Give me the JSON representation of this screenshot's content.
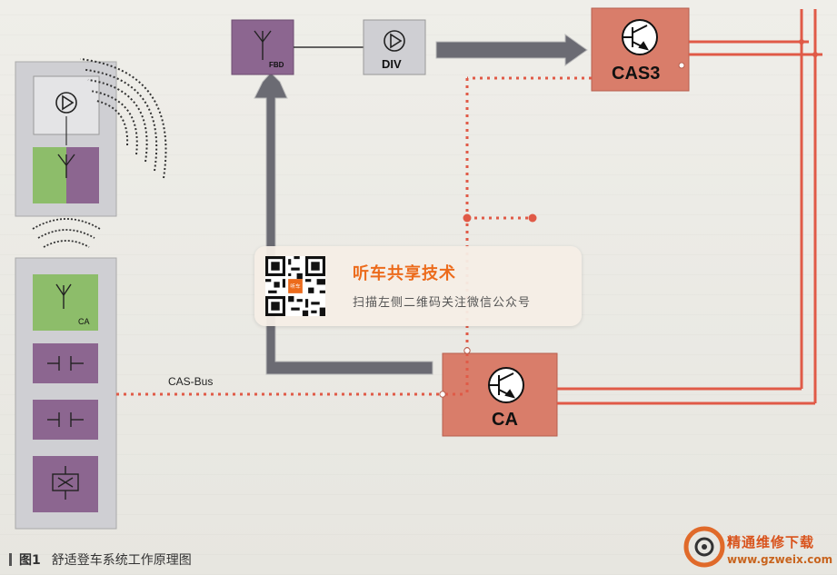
{
  "diagram": {
    "labels": {
      "fbd": "FBD",
      "div": "DIV",
      "cas3": "CAS3",
      "ca_module": "CA",
      "ca_antenna": "CA",
      "cas_bus": "CAS-Bus"
    }
  },
  "caption": {
    "figure_number": "图1",
    "title": "舒适登车系统工作原理图"
  },
  "overlay": {
    "qr_badge": "听车",
    "title": "听车共享技术",
    "subtitle": "扫描左侧二维码关注微信公众号"
  },
  "watermark": {
    "name": "精通维修下载",
    "url": "www.gzweix.com"
  },
  "colors": {
    "accent_red": "#e05a47",
    "module_fill": "#d97d6a",
    "purple": "#8c6690",
    "green": "#8dbd6a",
    "gray_panel": "#cfcfd3",
    "arrow_gray": "#6b6b73",
    "overlay_orange": "#ec6b1c"
  }
}
